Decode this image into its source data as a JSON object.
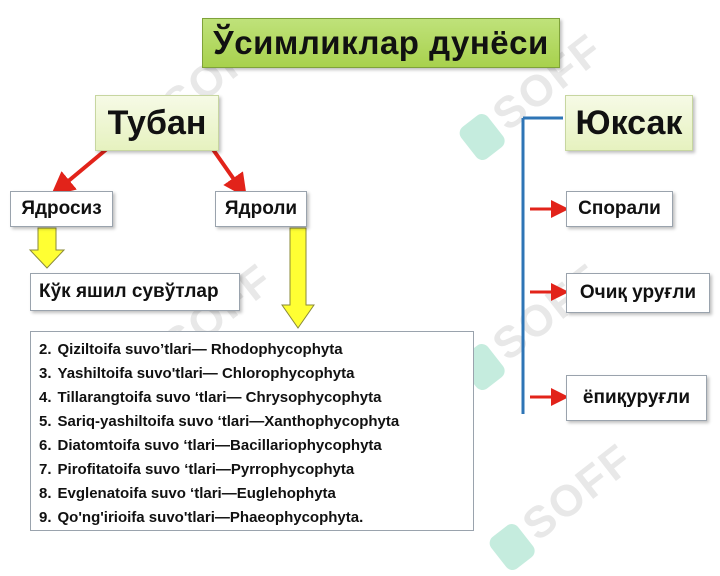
{
  "title": "Ўсимликлар дунёси",
  "left_branch": {
    "label": "Тубан",
    "children": [
      "Ядросиз",
      "Ядроли"
    ],
    "cyanobacteria": "Кўк яшил сувўтлар",
    "list": [
      {
        "num": "2.",
        "text": "Qiziltoifa  suvo’tlari— Rhodophycophyta"
      },
      {
        "num": "3.",
        "text": "Yashiltoifa  suvo'tlari— Chlorophycophyta"
      },
      {
        "num": "4.",
        "text": "Tillarangtoifa  suvo ‘tlari— Chrysophycophyta"
      },
      {
        "num": "5.",
        "text": "Sariq-yashiltoifa  suvo ‘tlari—Xanthophycophyta"
      },
      {
        "num": "6.",
        "text": "Diatomtoifa  suvo ‘tlari—Bacillariophycophyta"
      },
      {
        "num": "7.",
        "text": "Pirofitatoifa  suvo ‘tlari—Pyrrophycophyta"
      },
      {
        "num": "8.",
        "text": "Evglenatoifa  suvo ‘tlari—Euglehophyta"
      },
      {
        "num": "9.",
        "text": "Qo'ng'irioifa  suvo'tlari—Phaeophycophyta."
      }
    ]
  },
  "right_branch": {
    "label": "Юксак",
    "children": [
      "Спорали",
      "Очиқ уруғли",
      "ёпиқуруғли"
    ]
  },
  "watermark": "SOFF",
  "colors": {
    "title_green": "#a8d14d",
    "red_arrow": "#e2231a",
    "yellow_arrow": "#ffff33",
    "blue_line": "#2e75b6"
  }
}
